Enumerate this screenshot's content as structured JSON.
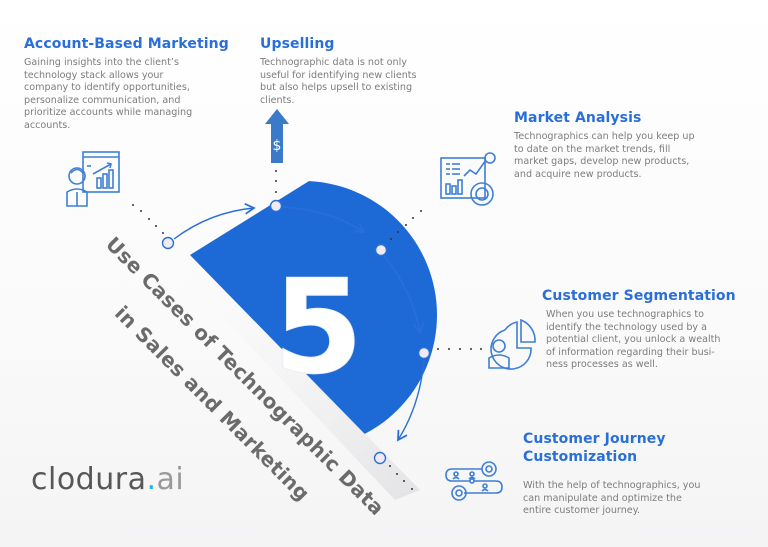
{
  "headline": {
    "line1": "Use Cases of Technographic Data",
    "line2": "in Sales and Marketing",
    "number": "5"
  },
  "logo": {
    "name": "clodura",
    "dot": ".",
    "suffix": "ai"
  },
  "use_cases": [
    {
      "title": "Account-Based Marketing",
      "description": "Gaining insights into the client’s\ntechnology stack allows your\ncompany to identify opportunities,\npersonalize communication, and\nprioritize accounts while managing\naccounts.",
      "icon": "presentation-person-icon"
    },
    {
      "title": "Upselling",
      "description": "Technographic data is not only\nuseful for identifying new clients\nbut also helps upsell to existing\nclients.",
      "icon": "dollar-up-arrow-icon"
    },
    {
      "title": "Market Analysis",
      "description": "Technographics can help you keep up\nto date on the market trends, fill\nmarket gaps, develop new products,\nand acquire new products.",
      "icon": "market-analytics-icon"
    },
    {
      "title": "Customer Segmentation",
      "description": "When you use technographics to\nidentify the technology used by a\npotential client, you unlock a wealth\nof information regarding their busi-\nness processes as well.",
      "icon": "pie-chart-person-icon"
    },
    {
      "title": "Customer Journey\nCustomization",
      "description": "With the help of technographics, you\ncan manipulate and optimize the\nentire customer journey.",
      "icon": "customer-journey-icon"
    }
  ],
  "colors": {
    "accent": "#2a6fd8",
    "disc": "#1d6ad6",
    "body_text": "#7d7d7d",
    "headline_text": "#6b6b6b",
    "logo_dot": "#1fb3e8"
  }
}
